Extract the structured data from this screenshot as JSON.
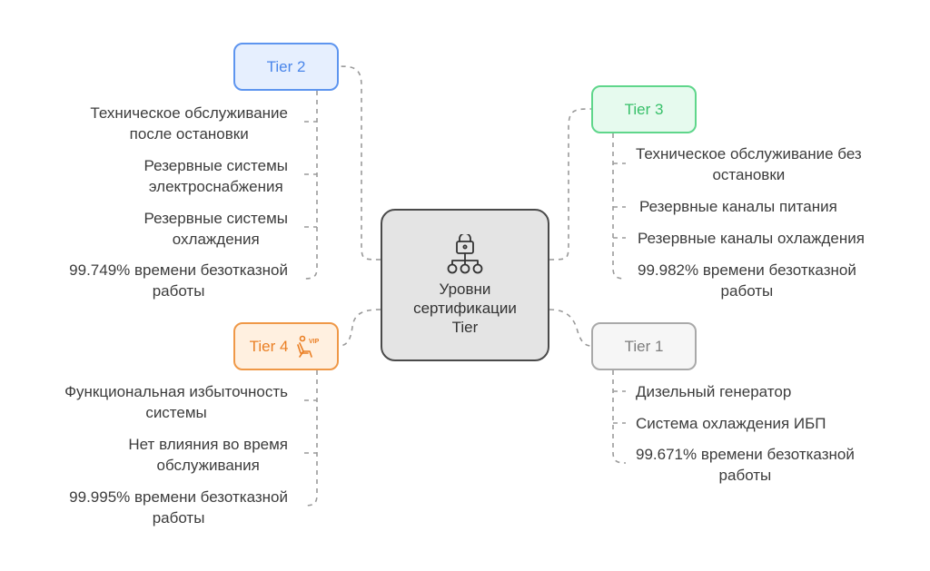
{
  "center": {
    "title_lines": [
      "Уровни",
      "сертификации",
      "Tier"
    ],
    "icon": "lock-network-icon"
  },
  "tiers": {
    "tier2": {
      "label": "Tier 2",
      "color": "#5e95ef",
      "items": [
        [
          "Техническое обслуживание",
          "после остановки"
        ],
        [
          "Резервные системы",
          "электроснабжения"
        ],
        [
          "Резервные системы",
          "охлаждения"
        ],
        [
          "99.749% времени безотказной",
          "работы"
        ]
      ]
    },
    "tier3": {
      "label": "Tier 3",
      "color": "#5fd68b",
      "items": [
        [
          "Техническое обслуживание без",
          "остановки"
        ],
        [
          "Резервные каналы питания"
        ],
        [
          "Резервные каналы охлаждения"
        ],
        [
          "99.982% времени безотказной",
          "работы"
        ]
      ]
    },
    "tier4": {
      "label": "Tier 4",
      "color": "#ef9847",
      "icon": "vip-seat-icon",
      "icon_text": "VIP",
      "items": [
        [
          "Функциональная избыточность",
          "системы"
        ],
        [
          "Нет влияния во время",
          "обслуживания"
        ],
        [
          "99.995% времени безотказной",
          "работы"
        ]
      ]
    },
    "tier1": {
      "label": "Tier 1",
      "color": "#a9a9a9",
      "items": [
        [
          "Дизельный генератор"
        ],
        [
          "Система охлаждения ИБП"
        ],
        [
          "99.671% времени безотказной",
          "работы"
        ]
      ]
    }
  }
}
